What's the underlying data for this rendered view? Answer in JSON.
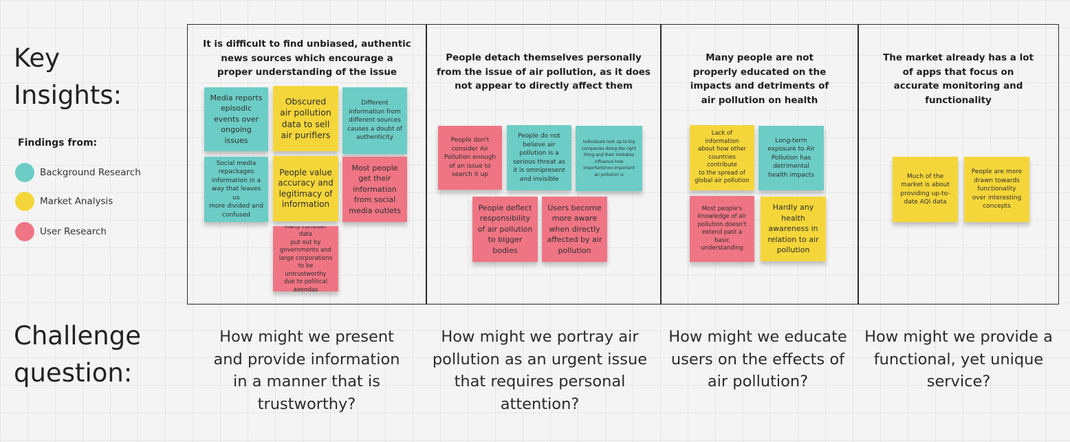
{
  "headings": {
    "key_insights": "Key\nInsights:",
    "challenge": "Challenge\nquestion:"
  },
  "legend": {
    "title": "Findings from:",
    "items": [
      {
        "label": "Background Research",
        "color": "#6ccdc6"
      },
      {
        "label": "Market Analysis",
        "color": "#f5d63a"
      },
      {
        "label": "User Research",
        "color": "#ef7584"
      }
    ]
  },
  "colors": {
    "teal": "#6ccdc6",
    "yellow": "#f5d63a",
    "pink": "#ef7584",
    "border": "#2a2a2a"
  },
  "panels": [
    {
      "title": "It is difficult to find unbiased, authentic news sources which encourage a proper understanding of the issue",
      "notes": [
        {
          "text": "Media reports\nepisodic\nevents over\nongoing issues",
          "color": "teal"
        },
        {
          "text": "Obscured\nair pollution\ndata to sell\nair purifiers",
          "color": "yellow"
        },
        {
          "text": "Different\ninformation from\ndifferent sources\ncauses a doubt of\nauthenticity",
          "color": "teal"
        },
        {
          "text": "Social media\nrepackages\ninformation in a\nway that leaves us\nmore divided and\nconfused",
          "color": "teal"
        },
        {
          "text": "People value\naccuracy and\nlegitimacy of\ninformation",
          "color": "yellow"
        },
        {
          "text": "Most people\nget their\ninformation\nfrom social\nmedia outlets",
          "color": "pink"
        },
        {
          "text": "Many consider data\nput out by\ngovernments and\nlarge corporations\nto be untrustworthy\ndue to political\nagendas",
          "color": "pink"
        }
      ],
      "question": "How might we present\nand provide information\nin a manner that is\ntrustworthy?"
    },
    {
      "title": "People detach themselves personally from the issue of air pollution, as it does not appear to directly affect them",
      "notes": [
        {
          "text": "People don't\nconsider Air\nPollution enough\nof an issue to\nsearch it up",
          "color": "pink"
        },
        {
          "text": "People do not\nbelieve air\npollution is a\nserious threat as\nit is omnipresent\nand invisible",
          "color": "teal"
        },
        {
          "text": "Individuals look up to big\ncompanies doing the right\nthing and their mistakes\ninfluence how\nimportant/non-important\nair pollution is",
          "color": "teal"
        },
        {
          "text": "People deflect\nresponsibility\nof air pollution\nto bigger\nbodies",
          "color": "pink"
        },
        {
          "text": "Users become\nmore aware\nwhen directly\naffected by air\npollution",
          "color": "pink"
        }
      ],
      "question": "How might we portray air\npollution as an urgent issue\nthat requires personal\nattention?"
    },
    {
      "title": "Many people are not properly educated on the impacts and detriments of air pollution on health",
      "notes": [
        {
          "text": "Lack of information\nabout how other\ncountries contribute\nto the spread of\nglobal air pollution",
          "color": "yellow"
        },
        {
          "text": "Long-term\nexposure to Air\nPollution has\ndetrimental\nhealth impacts",
          "color": "teal"
        },
        {
          "text": "Most people's\nknowledge of air\npollution doesn't\nextend past a\nbasic\nunderstanding",
          "color": "pink"
        },
        {
          "text": "Hardly any\nhealth\nawareness in\nrelation to air\npollution",
          "color": "yellow"
        }
      ],
      "question": "How might we educate\nusers on the effects of\nair pollution?"
    },
    {
      "title": "The market already has a lot of apps that focus on accurate monitoring and functionality",
      "notes": [
        {
          "text": "Much of the\nmarket is about\nproviding up-to-\ndate AQI data",
          "color": "yellow"
        },
        {
          "text": "People are more\ndrawn towards\nfunctionality\nover interesting\nconcepts",
          "color": "yellow"
        }
      ],
      "question": "How might we provide a\nfunctional, yet unique\nservice?"
    }
  ]
}
